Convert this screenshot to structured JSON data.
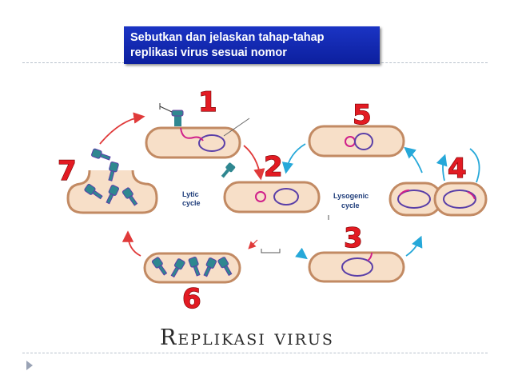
{
  "question": {
    "line1": "Sebutkan dan jelaskan tahap-tahap",
    "line2": "replikasi virus sesuai nomor"
  },
  "diagram": {
    "lytic_line1": "Lytic",
    "lytic_line2": "cycle",
    "lysogenic_line1": "Lysogenic",
    "lysogenic_line2": "cycle",
    "step_numbers": [
      "1",
      "2",
      "3",
      "4",
      "5",
      "6",
      "7"
    ]
  },
  "title": "Replikasi virus",
  "colors": {
    "cell_fill": "#f7dfc8",
    "cell_stroke": "#c28a63",
    "phage": "#2f8790",
    "dna_magenta": "#d0208a",
    "dna_purple": "#5a3fa8",
    "lytic_arrow": "#e03a3a",
    "lysogenic_arrow": "#26a8d9",
    "number_red": "#e21b23",
    "box_blue": "#1b34c4"
  }
}
